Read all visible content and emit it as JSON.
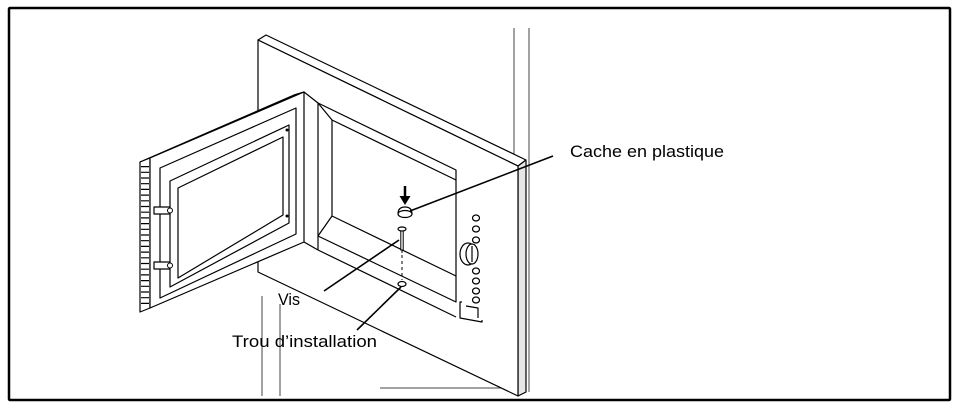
{
  "labels": {
    "plastic_cap": "Cache en plastique",
    "screw": "Vis",
    "installation_hole": "Trou d’installation"
  }
}
